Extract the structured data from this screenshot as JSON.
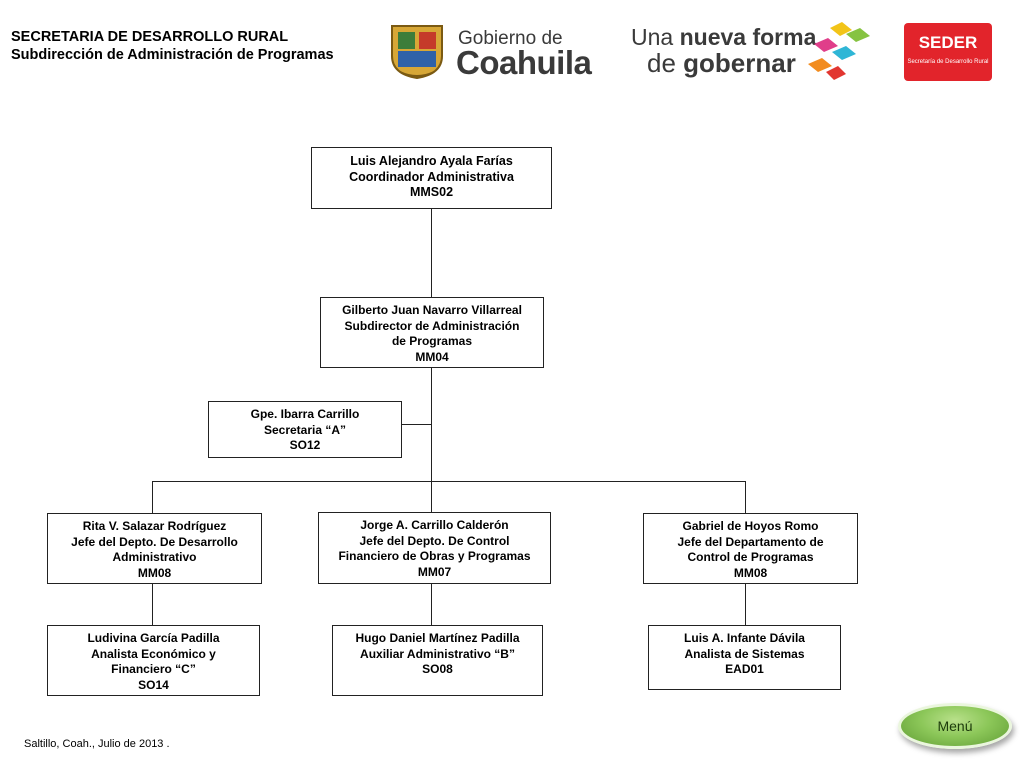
{
  "header": {
    "line1": "SECRETARIA DE DESARROLLO RURAL",
    "line2": "Subdirección de Administración de Programas"
  },
  "logos": {
    "coahuila_line1": "Gobierno de",
    "coahuila_line2": "Coahuila",
    "forma_line1_a": "Una ",
    "forma_line1_b": "nueva forma",
    "forma_line2_a": "de ",
    "forma_line2_b": "gobernar",
    "seder_title": "SEDER",
    "seder_sub": "Secretaría de Desarrollo Rural"
  },
  "org": {
    "coordinador": [
      "Luis Alejandro Ayala Farías",
      "Coordinador Administrativa",
      "MMS02"
    ],
    "subdirector": [
      "Gilberto Juan Navarro Villarreal",
      "Subdirector de Administración",
      "de Programas",
      "MM04"
    ],
    "secretaria": [
      "Gpe. Ibarra Carrillo",
      "Secretaria “A”",
      "SO12"
    ],
    "jefe_admin": [
      "Rita V. Salazar Rodríguez",
      "Jefe del Depto. De Desarrollo",
      "Administrativo",
      "MM08"
    ],
    "jefe_control": [
      "Jorge A. Carrillo Calderón",
      "Jefe del Depto. De Control",
      "Financiero de Obras y Programas",
      "MM07"
    ],
    "jefe_programas": [
      "Gabriel de Hoyos Romo",
      "Jefe del Departamento de",
      "Control de Programas",
      "MM08"
    ],
    "analista_econ": [
      "Ludivina García Padilla",
      "Analista Económico y",
      "Financiero “C”",
      "SO14"
    ],
    "auxiliar": [
      "Hugo Daniel Martínez Padilla",
      "Auxiliar Administrativo “B”",
      "SO08"
    ],
    "analista_sis": [
      "Luis A. Infante Dávila",
      "Analista de Sistemas",
      "EAD01"
    ]
  },
  "footer": "Saltillo, Coah., Julio de 2013 .",
  "menu_label": "Menú",
  "colors": {
    "seder_red": "#e2242b",
    "menu_green": "#8cc759"
  }
}
